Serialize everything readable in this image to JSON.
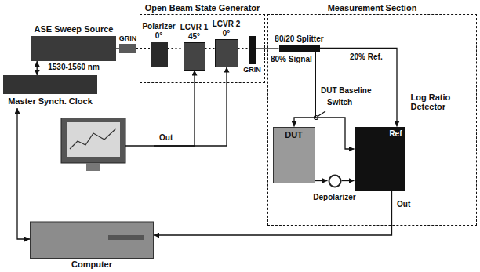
{
  "diagram": {
    "nodes": [
      {
        "text": [
          "ASE Sweep Source",
          "1530-1560 nm"
        ]
      },
      {
        "text": [
          "GRIN"
        ]
      },
      {
        "text": [
          "Open Beam State Generator"
        ]
      },
      {
        "text": [
          "Polarizer",
          "0°"
        ],
        "in": 2
      },
      {
        "text": [
          "LCVR 1",
          "45°"
        ],
        "in": 2
      },
      {
        "text": [
          "LCVR 2",
          "0°"
        ],
        "in": 2
      },
      {
        "text": [
          "GRIN"
        ],
        "in": 2
      },
      {
        "text": [
          "Measurement Section"
        ]
      },
      {
        "text": [
          "80/20 Splitter"
        ],
        "in": 7
      },
      {
        "text": [
          "DUT"
        ],
        "in": 7
      },
      {
        "text": [
          "Depolarizer"
        ],
        "in": 7
      },
      {
        "text": [
          "Log Ratio Detector",
          "Ref"
        ],
        "in": 7
      },
      {
        "text": [
          "Master Synch. Clock"
        ]
      },
      {
        "text": [
          "Computer"
        ]
      }
    ],
    "edges": [
      {
        "from": 0,
        "to": 1,
        "arrow": "none"
      },
      {
        "from": 1,
        "to": 3,
        "arrow": "none"
      },
      {
        "from": 3,
        "to": 4,
        "arrow": "none"
      },
      {
        "from": 4,
        "to": 5,
        "arrow": "none"
      },
      {
        "from": 5,
        "to": 6,
        "arrow": "none"
      },
      {
        "from": 6,
        "to": 8,
        "arrow": "none"
      },
      {
        "from": 8,
        "to": 11,
        "arrow": "to"
      },
      {
        "from": 8,
        "to": 9,
        "arrow": "to"
      },
      {
        "from": 8,
        "to": 11,
        "arrow": "to"
      },
      {
        "from": 9,
        "to": 10,
        "arrow": "to"
      },
      {
        "from": 10,
        "to": 11,
        "arrow": "to"
      },
      {
        "from": 12,
        "to": 0,
        "arrow": "both"
      },
      {
        "from": 12,
        "to": 13,
        "arrow": "both"
      },
      {
        "from": 13,
        "to": 4,
        "arrow": "to"
      },
      {
        "from": 13,
        "to": 5,
        "arrow": "to"
      },
      {
        "from": 11,
        "to": 13,
        "arrow": "to"
      }
    ],
    "labels": [
      "80% Signal",
      "20% Ref.",
      "DUT Baseline",
      "Switch",
      "Out",
      "Out"
    ]
  }
}
